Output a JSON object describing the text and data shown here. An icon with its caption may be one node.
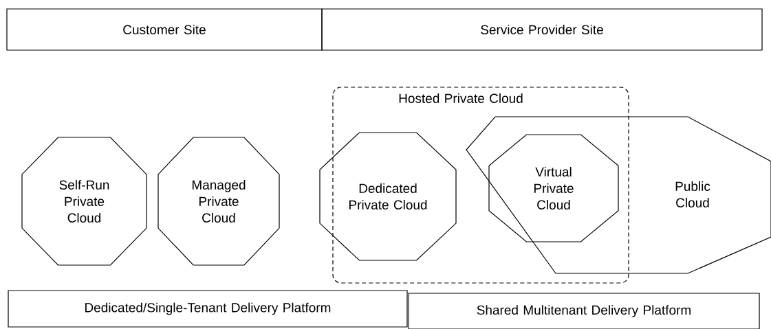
{
  "diagram": {
    "nodes": [
      {
        "text": [
          "Customer Site"
        ]
      },
      {
        "text": [
          "Service Provider Site"
        ]
      },
      {
        "text": [
          "Hosted Private Cloud"
        ]
      },
      {
        "text": [
          "Self-Run Private Cloud"
        ]
      },
      {
        "text": [
          "Managed Private Cloud"
        ]
      },
      {
        "text": [
          "Dedicated Private Cloud"
        ]
      },
      {
        "text": [
          "Public Cloud"
        ]
      },
      {
        "text": [
          "Virtual Private Cloud"
        ]
      },
      {
        "text": [
          "Dedicated/Single-Tenant Delivery Platform"
        ]
      },
      {
        "text": [
          "Shared Multitenant Delivery Platform"
        ]
      }
    ],
    "edges": []
  }
}
